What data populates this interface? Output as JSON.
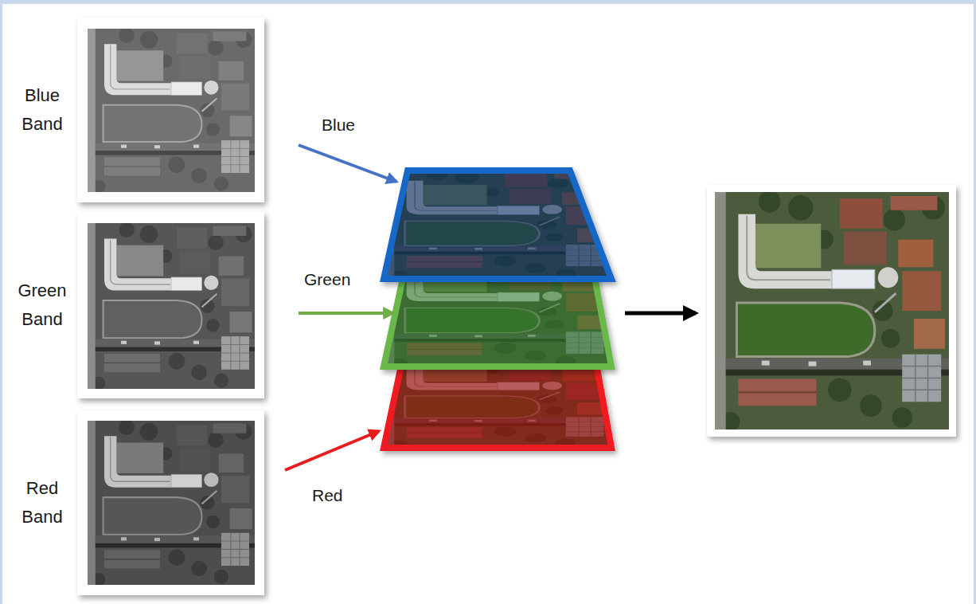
{
  "diagram": {
    "nodes": [
      {
        "text": [
          "Blue Band"
        ]
      },
      {
        "text": [
          "Green Band"
        ]
      },
      {
        "text": [
          "Red Band"
        ]
      }
    ],
    "labels": [
      "Blue",
      "Green",
      "Red"
    ]
  }
}
